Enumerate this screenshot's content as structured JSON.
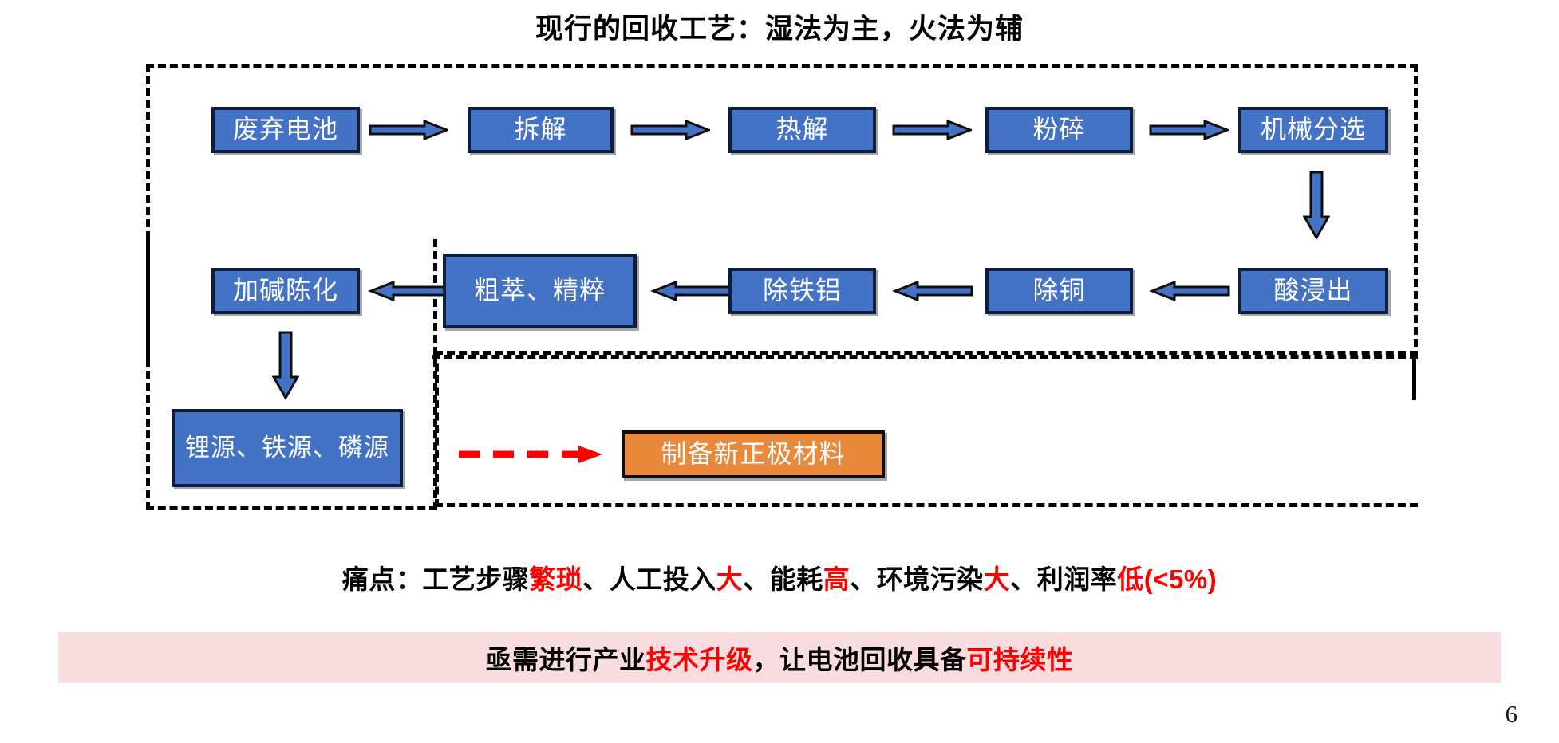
{
  "slide": {
    "title": "现行的回收工艺：湿法为主，火法为辅",
    "page_number": "6",
    "colors": {
      "box_fill": "#4472C4",
      "box_border": "#0E1E3C",
      "orange_fill": "#E8893C",
      "accent_red": "#FF0000",
      "banner_bg": "#F9DCE0",
      "arrow_fill": "#4472C4",
      "frame_stroke": "#000000"
    }
  },
  "flow": {
    "row1": [
      {
        "id": "waste-battery",
        "label": "废弃电池"
      },
      {
        "id": "dismantle",
        "label": "拆解"
      },
      {
        "id": "pyrolysis",
        "label": "热解"
      },
      {
        "id": "crush",
        "label": "粉碎"
      },
      {
        "id": "mechanical-sorting",
        "label": "机械分选"
      }
    ],
    "row2": [
      {
        "id": "alkali-aging",
        "label": "加碱陈化"
      },
      {
        "id": "extraction-refining",
        "label": "粗萃、精粹"
      },
      {
        "id": "remove-fe-al",
        "label": "除铁铝"
      },
      {
        "id": "remove-cu",
        "label": "除铜"
      },
      {
        "id": "acid-leaching",
        "label": "酸浸出"
      }
    ],
    "products": {
      "id": "resources",
      "label": "锂源、铁源、磷源"
    },
    "output": {
      "id": "new-cathode-material",
      "label": "制备新正极材料"
    }
  },
  "painpoint": {
    "prefix": "痛点：工艺步骤",
    "seg": [
      {
        "text": "繁琐",
        "highlight": true
      },
      {
        "text": "、人工投入",
        "highlight": false
      },
      {
        "text": "大",
        "highlight": true
      },
      {
        "text": "、能耗",
        "highlight": false
      },
      {
        "text": "高",
        "highlight": true
      },
      {
        "text": "、环境污染",
        "highlight": false
      },
      {
        "text": "大",
        "highlight": true
      },
      {
        "text": "、利润率",
        "highlight": false
      },
      {
        "text": "低(<5%)",
        "highlight": true
      }
    ]
  },
  "banner": {
    "seg": [
      {
        "text": "亟需进行产业",
        "highlight": false
      },
      {
        "text": "技术升级",
        "highlight": true
      },
      {
        "text": "，让电池回收具备",
        "highlight": false
      },
      {
        "text": "可持续性",
        "highlight": true
      }
    ]
  }
}
